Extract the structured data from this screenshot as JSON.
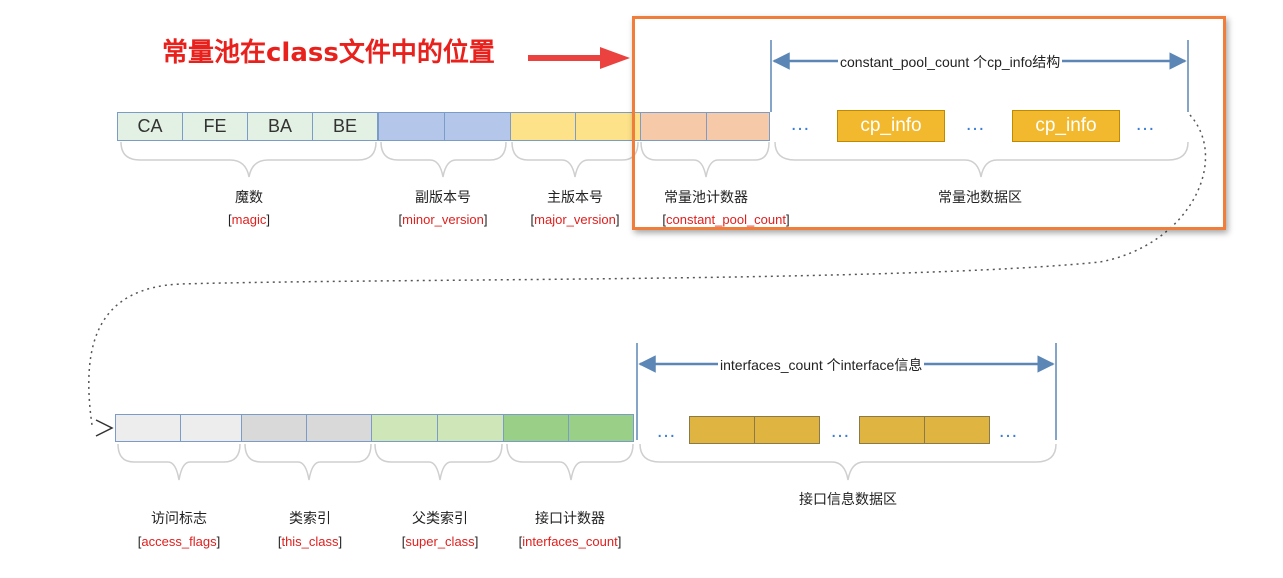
{
  "title": "常量池在class文件中的位置",
  "top_row": {
    "magic_bytes": [
      "CA",
      "FE",
      "BA",
      "BE"
    ],
    "cp_info_label": "cp_info",
    "cp_info_span": "constant_pool_count 个cp_info结构",
    "dots": "…",
    "groups": [
      {
        "cn": "魔数",
        "en": "magic"
      },
      {
        "cn": "副版本号",
        "en": "minor_version"
      },
      {
        "cn": "主版本号",
        "en": "major_version"
      },
      {
        "cn": "常量池计数器",
        "en": "constant_pool_count"
      },
      {
        "cn": "常量池数据区",
        "en": ""
      }
    ]
  },
  "bottom_row": {
    "interface_span": "interfaces_count 个interface信息",
    "dots": "…",
    "groups": [
      {
        "cn": "访问标志",
        "en": "access_flags"
      },
      {
        "cn": "类索引",
        "en": "this_class"
      },
      {
        "cn": "父类索引",
        "en": "super_class"
      },
      {
        "cn": "接口计数器",
        "en": "interfaces_count"
      },
      {
        "cn": "接口信息数据区",
        "en": ""
      }
    ]
  },
  "colors": {
    "magic": "#e3f1e4",
    "minor": "#b4c6ea",
    "major": "#fde28a",
    "cp_count": "#f6c9a8",
    "access": "#ededed",
    "this_class": "#d9d9d9",
    "super_class": "#cfe7b8",
    "interfaces_count": "#99cf86",
    "interface_box": "#dfb441",
    "cp_info": "#f2b92e",
    "highlight_border": "#f07d3a",
    "title_red": "#e8211d",
    "arrow_blue": "#5b86b5"
  }
}
